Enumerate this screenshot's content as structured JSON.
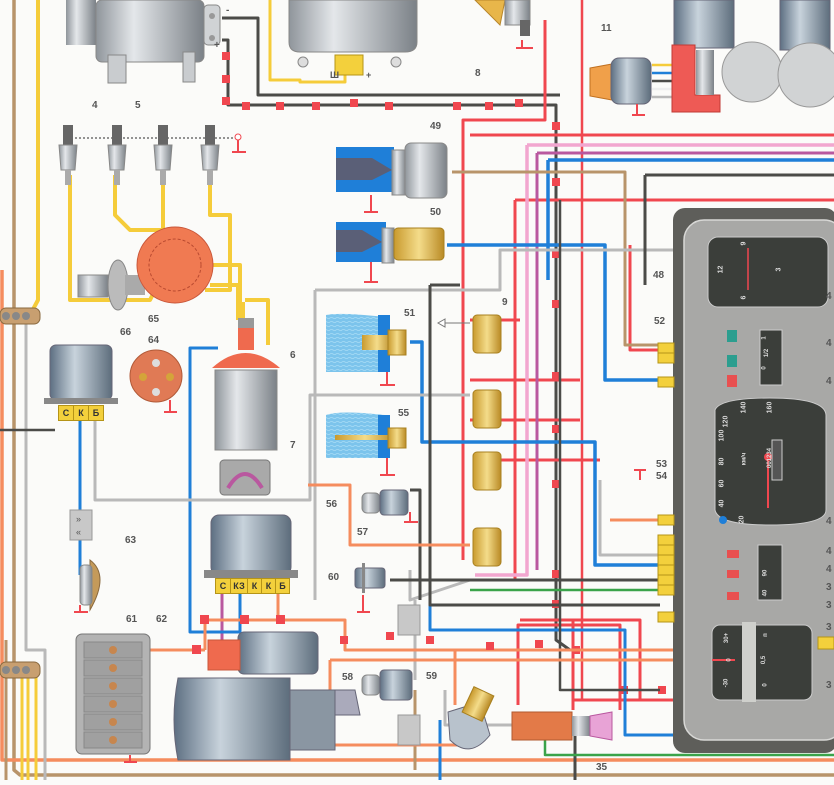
{
  "diagram": {
    "title": "Electrical wiring diagram (fragment) — ignition, starting, instrument cluster",
    "wire_colors": {
      "red": "#f0474f",
      "red_black_dashed": "#ef3b44",
      "orange": "#f58c5e",
      "yellow": "#f5cc3a",
      "blue": "#1f7fd8",
      "pink": "#f2a6cf",
      "violet": "#b9589f",
      "brown": "#b8946a",
      "grey": "#b9b9b9",
      "black": "#4b4b48",
      "green": "#3aa34a"
    },
    "components": [
      {
        "id": "4",
        "name": "alternator",
        "label": "4"
      },
      {
        "id": "5",
        "name": "spark-plugs",
        "label": "5"
      },
      {
        "id": "6",
        "name": "ignition-coil",
        "label": "6"
      },
      {
        "id": "7",
        "name": "ballast-resistor",
        "label": "7"
      },
      {
        "id": "8",
        "name": "lamp-socket",
        "label": "8"
      },
      {
        "id": "9",
        "name": "relay",
        "label": "9"
      },
      {
        "id": "11",
        "name": "switch",
        "label": "11"
      },
      {
        "id": "35",
        "name": "cigarette-lighter",
        "label": "35"
      },
      {
        "id": "48",
        "name": "clock-lamps",
        "label": "48"
      },
      {
        "id": "49",
        "name": "sender-49",
        "label": "49"
      },
      {
        "id": "50",
        "name": "temperature-sender",
        "label": "50"
      },
      {
        "id": "51",
        "name": "oil-pressure-sender",
        "label": "51"
      },
      {
        "id": "52",
        "name": "indicator-lamp",
        "label": "52"
      },
      {
        "id": "53",
        "name": "speedometer",
        "label": "53"
      },
      {
        "id": "54",
        "name": "indicator-lamp-54",
        "label": "54"
      },
      {
        "id": "55",
        "name": "fuel-level-sender",
        "label": "55"
      },
      {
        "id": "56",
        "name": "voltage-regulator-relay",
        "label": "56"
      },
      {
        "id": "57",
        "name": "switch-57",
        "label": "57"
      },
      {
        "id": "58",
        "name": "switch-58",
        "label": "58"
      },
      {
        "id": "59",
        "name": "lamp-59",
        "label": "59"
      },
      {
        "id": "60",
        "name": "switch-60",
        "label": "60"
      },
      {
        "id": "61",
        "name": "battery",
        "label": "61"
      },
      {
        "id": "62",
        "name": "starter",
        "label": "62"
      },
      {
        "id": "63",
        "name": "horn",
        "label": "63"
      },
      {
        "id": "64",
        "name": "distributor-cap-64",
        "label": "64"
      },
      {
        "id": "65",
        "name": "distributor",
        "label": "65"
      },
      {
        "id": "66",
        "name": "relay-66",
        "label": "66"
      }
    ],
    "terminals": {
      "relay66": [
        "С",
        "К",
        "Б"
      ],
      "regulator56": [
        "С",
        "КЗ",
        "К",
        "К",
        "Б"
      ],
      "regulator_top": [
        "Ш",
        "+"
      ],
      "alternator": [
        "-",
        "+"
      ]
    },
    "cluster": {
      "clock_numbers": [
        "12",
        "3",
        "6",
        "9"
      ],
      "speedometer_ticks": [
        "20",
        "40",
        "60",
        "80",
        "100",
        "120",
        "140",
        "160"
      ],
      "speed_unit": "км/ч",
      "odometer": "001234",
      "fuel_ticks": [
        "0",
        "1/2",
        "1"
      ],
      "temp_ticks": [
        "40",
        "90"
      ],
      "ammeter_ticks": [
        "-30",
        "0",
        "30+"
      ],
      "pressure_ticks": [
        "0",
        "0,5",
        "п"
      ]
    },
    "right_edge_labels": [
      "4",
      "4",
      "4",
      "4",
      "4",
      "4",
      "3",
      "3",
      "3",
      "3"
    ]
  }
}
